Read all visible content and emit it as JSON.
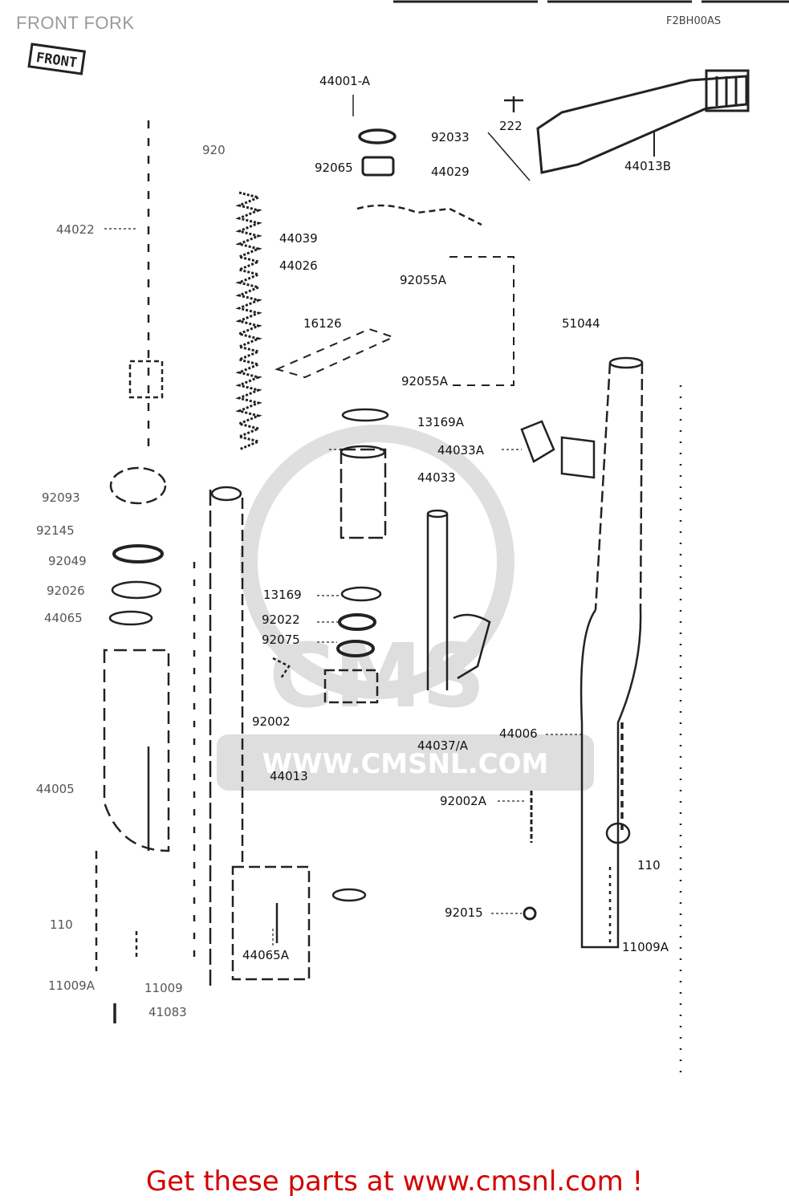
{
  "page": {
    "title": "FRONT FORK",
    "stamp": "FRONT",
    "ref_code": "F2BH00AS",
    "cta_text": "Get these parts at www.cmsnl.com !"
  },
  "watermark": {
    "brand": "CMS",
    "url": "WWW.CMSNL.COM",
    "color": "#d9d9d9"
  },
  "colors": {
    "line": "#222222",
    "cta": "#d40000",
    "title": "#9a9a9a"
  },
  "labels": [
    {
      "id": "44001-A",
      "text": "44001-A"
    },
    {
      "id": "222",
      "text": "222"
    },
    {
      "id": "92033",
      "text": "92033"
    },
    {
      "id": "44013B",
      "text": "44013B"
    },
    {
      "id": "92065-top",
      "text": "92065"
    },
    {
      "id": "44029",
      "text": "44029"
    },
    {
      "id": "920-left",
      "text": "920"
    },
    {
      "id": "44022",
      "text": "44022"
    },
    {
      "id": "44039",
      "text": "44039"
    },
    {
      "id": "44026",
      "text": "44026"
    },
    {
      "id": "92055A-a",
      "text": "92055A"
    },
    {
      "id": "16126",
      "text": "16126"
    },
    {
      "id": "51044",
      "text": "51044"
    },
    {
      "id": "92055A-b",
      "text": "92055A"
    },
    {
      "id": "13169A",
      "text": "13169A"
    },
    {
      "id": "44033A",
      "text": "44033A"
    },
    {
      "id": "44033",
      "text": "44033"
    },
    {
      "id": "92093",
      "text": "92093"
    },
    {
      "id": "92145",
      "text": "92145"
    },
    {
      "id": "92049",
      "text": "92049"
    },
    {
      "id": "92026",
      "text": "92026"
    },
    {
      "id": "44065",
      "text": "44065"
    },
    {
      "id": "13169",
      "text": "13169"
    },
    {
      "id": "92022",
      "text": "92022"
    },
    {
      "id": "92075",
      "text": "92075"
    },
    {
      "id": "92002",
      "text": "92002"
    },
    {
      "id": "44037/A",
      "text": "44037/A"
    },
    {
      "id": "44006",
      "text": "44006"
    },
    {
      "id": "44013",
      "text": "44013"
    },
    {
      "id": "44005",
      "text": "44005"
    },
    {
      "id": "92002A",
      "text": "92002A"
    },
    {
      "id": "110-right",
      "text": "110"
    },
    {
      "id": "92015",
      "text": "92015"
    },
    {
      "id": "11009A-right",
      "text": "11009A"
    },
    {
      "id": "44065A",
      "text": "44065A"
    },
    {
      "id": "110-left",
      "text": "110"
    },
    {
      "id": "11009A-left",
      "text": "11009A"
    },
    {
      "id": "11009",
      "text": "11009"
    },
    {
      "id": "41083",
      "text": "41083"
    }
  ]
}
